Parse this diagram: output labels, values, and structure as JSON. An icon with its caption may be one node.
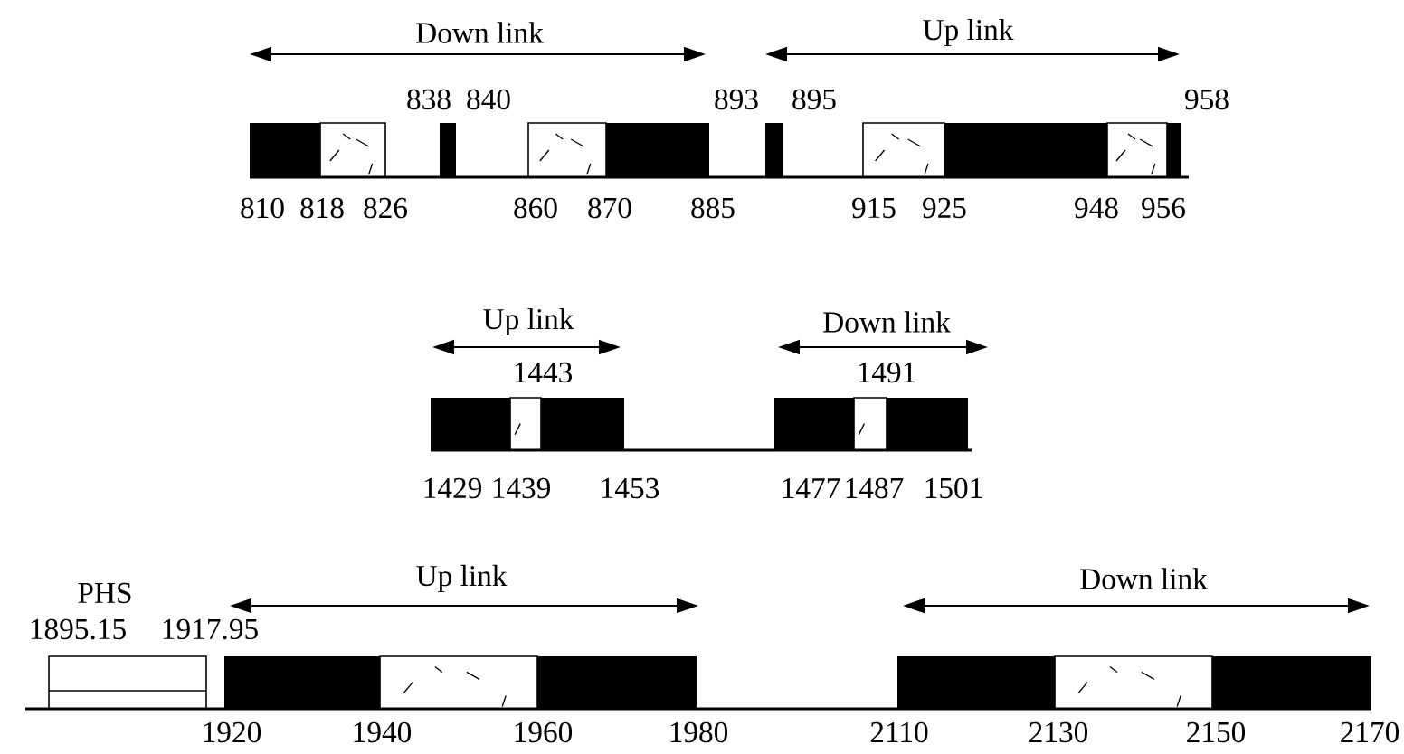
{
  "diagram": {
    "labels": [
      "Down link",
      "Up link",
      "838",
      "840",
      "893",
      "895",
      "958",
      "810",
      "818",
      "826",
      "860",
      "870",
      "885",
      "915",
      "925",
      "948",
      "956",
      "Up link",
      "Down link",
      "1443",
      "1491",
      "1429",
      "1439",
      "1453",
      "1477",
      "1487",
      "1501",
      "PHS",
      "Up link",
      "Down link",
      "1895.15",
      "1917.95",
      "1920",
      "1940",
      "1960",
      "1980",
      "2110",
      "2130",
      "2150",
      "2170"
    ]
  }
}
